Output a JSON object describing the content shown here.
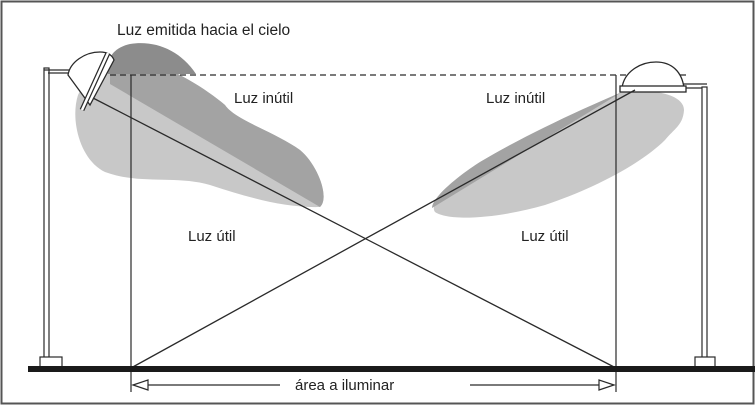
{
  "labels": {
    "sky_light": "Luz emitida hacia el cielo",
    "useless_left": "Luz inútil",
    "useless_right": "Luz inútil",
    "useful_left": "Luz útil",
    "useful_right": "Luz útil",
    "area": "área a iluminar"
  },
  "colors": {
    "useful_fill": "#c8c8c8",
    "useless_fill": "#a3a3a3",
    "sky_fill": "#8c8c8c",
    "line": "#2a2a2a",
    "ground": "#1a1a1a",
    "frame": "#555555"
  }
}
